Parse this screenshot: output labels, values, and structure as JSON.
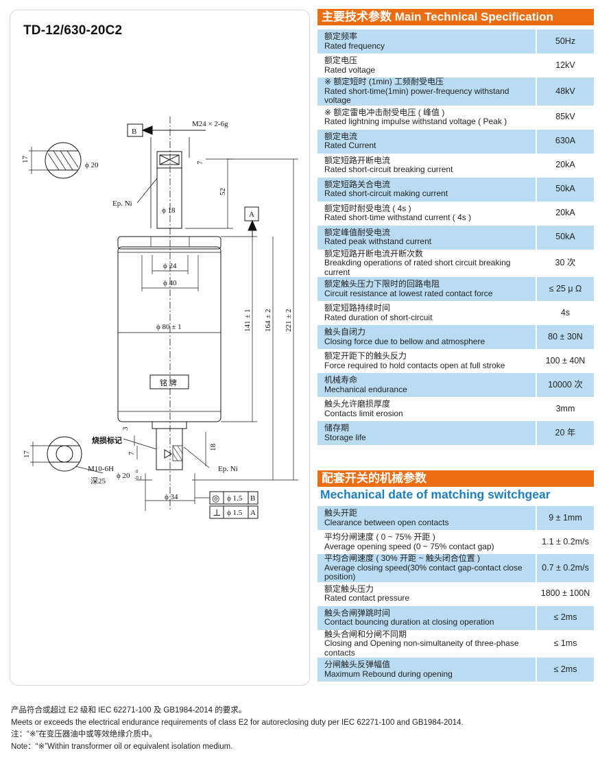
{
  "model": "TD-12/630-20C2",
  "main_spec": {
    "title": "主要技术参数 Main Technical Specification",
    "rows": [
      {
        "zh": "额定频率",
        "en": "Rated frequency",
        "value": "50Hz"
      },
      {
        "zh": "额定电压",
        "en": "Rated voltage",
        "value": "12kV"
      },
      {
        "zh": "※ 额定短时 (1min) 工频耐受电压",
        "en": "Rated short-time(1min) power-frequency withstand voltage",
        "value": "48kV"
      },
      {
        "zh": "※ 额定雷电冲击耐受电压 ( 峰值 )",
        "en": "Rated lightning impulse withstand voltage ( Peak )",
        "value": "85kV"
      },
      {
        "zh": "额定电流",
        "en": "Rated Current",
        "value": "630A"
      },
      {
        "zh": "额定短路开断电流",
        "en": "Rated short-circuit breaking current",
        "value": "20kA"
      },
      {
        "zh": "额定短路关合电流",
        "en": "Rated short-circuit making current",
        "value": "50kA"
      },
      {
        "zh": "额定短时耐受电流 ( 4s )",
        "en": "Rated short-time withstand current ( 4s )",
        "value": "20kA"
      },
      {
        "zh": "额定峰值耐受电流",
        "en": "Rated peak withstand current",
        "value": "50kA"
      },
      {
        "zh": "额定短路开断电流开断次数",
        "en": "Breakding operations of rated short circuit breaking current",
        "value": "30 次"
      },
      {
        "zh": "额定触头压力下限时的回路电阻",
        "en": "Circuit resistance at lowest rated contact force",
        "value": "≤ 25 μ Ω"
      },
      {
        "zh": "额定短路持续时间",
        "en": "Rated duration of short-circuit",
        "value": "4s"
      },
      {
        "zh": "触头自闭力",
        "en": "Closing force due to bellow and atmosphere",
        "value": "80 ± 30N"
      },
      {
        "zh": "额定开距下的触头反力",
        "en": "Force required to hold contacts open at full stroke",
        "value": "100 ± 40N"
      },
      {
        "zh": "机械寿命",
        "en": "Mechanical endurance",
        "value": "10000 次"
      },
      {
        "zh": "触头允许磨损厚度",
        "en": "Contacts limit erosion",
        "value": "3mm"
      },
      {
        "zh": "储存期",
        "en": "Storage life",
        "value": "20 年"
      }
    ]
  },
  "mech_spec": {
    "title": "配套开关的机械参数",
    "subtitle": "Mechanical date of matching switchgear",
    "rows": [
      {
        "zh": "触头开距",
        "en": "Clearance between open contacts",
        "value": "9 ± 1mm"
      },
      {
        "zh": "平均分闸速度 ( 0 ~ 75% 开距 )",
        "en": "Average opening speed (0 ~ 75% contact gap)",
        "value": "1.1 ± 0.2m/s"
      },
      {
        "zh": "平均合闸速度 ( 30% 开距 ~ 触头闭合位置 )",
        "en": "Average closing speed(30% contact gap-contact close position)",
        "value": "0.7 ± 0.2m/s"
      },
      {
        "zh": "额定触头压力",
        "en": "Rated contact pressure",
        "value": "1800 ± 100N"
      },
      {
        "zh": "触头合闸弹跳时间",
        "en": "Contact bouncing duration at closing operation",
        "value": "≤ 2ms"
      },
      {
        "zh": "触头合闸和分闸不同期",
        "en": "Closing and Opening non-simultaneity of three-phase contacts",
        "value": "≤ 1ms"
      },
      {
        "zh": "分闸触头反弹幅值",
        "en": "Maximum Rebound during opening",
        "value": "≤ 2ms"
      }
    ]
  },
  "drawing": {
    "thread_top": "M24 × 2-6g",
    "datum_b": "B",
    "datum_a": "A",
    "dim_17_top": "17",
    "dim_phi20": "ϕ 20",
    "dim_7": "7",
    "dim_52": "52",
    "ep_ni_top": "Ep. Ni",
    "dim_phi18": "ϕ 18",
    "dim_phi24": "ϕ 24",
    "dim_phi40": "ϕ 40",
    "dim_phi80": "ϕ 80 ± 1",
    "dim_141": "141 ± 1",
    "dim_164": "164 ± 2",
    "dim_221": "221 ± 2",
    "nameplate": "铭  牌",
    "dim_3": "3",
    "burn_mark": "烧损标记",
    "dim_17_bot": "17",
    "dim_18": "18",
    "dim_7_bot": "7",
    "thread_bot": "M10-6H",
    "depth_25": "深25",
    "dim_phi20_tol": "ϕ 20",
    "tol_sup": "0",
    "tol_sub": "-0.1",
    "ep_ni_bot": "Ep. Ni",
    "dim_phi34": "ϕ 34",
    "tol1_sym": "◎",
    "tol1_val": "ϕ 1.5",
    "tol1_ref": "B",
    "tol2_sym": "⊥",
    "tol2_val": "ϕ 1.5",
    "tol2_ref": "A"
  },
  "footnotes": [
    "产品符合或超过 E2 级和 IEC 62271-100 及 GB1984-2014 的要求。",
    "Meets or exceeds the electrical endurance requirements of class E2 for autoreclosing duty per IEC 62271-100 and GB1984-2014.",
    "注：“※”在变压器油中或等效绝缘介质中。",
    "Note：“※”Within transformer oil or equivalent isolation medium."
  ],
  "colors": {
    "orange": "#ec6d12",
    "blue_row": "#b9dcf2",
    "subtitle_blue": "#1d7fbf"
  }
}
